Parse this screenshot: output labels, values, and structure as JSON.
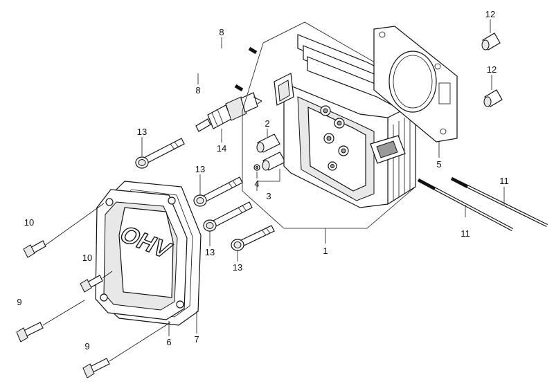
{
  "callouts": [
    {
      "id": "1",
      "label": "1"
    },
    {
      "id": "2",
      "label": "2"
    },
    {
      "id": "3",
      "label": "3"
    },
    {
      "id": "4",
      "label": "4"
    },
    {
      "id": "5",
      "label": "5"
    },
    {
      "id": "6",
      "label": "6"
    },
    {
      "id": "7",
      "label": "7"
    },
    {
      "id": "8a",
      "label": "8"
    },
    {
      "id": "8b",
      "label": "8"
    },
    {
      "id": "9a",
      "label": "9"
    },
    {
      "id": "9b",
      "label": "9"
    },
    {
      "id": "10a",
      "label": "10"
    },
    {
      "id": "10b",
      "label": "10"
    },
    {
      "id": "11a",
      "label": "11"
    },
    {
      "id": "11b",
      "label": "11"
    },
    {
      "id": "12a",
      "label": "12"
    },
    {
      "id": "12b",
      "label": "12"
    },
    {
      "id": "13a",
      "label": "13"
    },
    {
      "id": "13b",
      "label": "13"
    },
    {
      "id": "13c",
      "label": "13"
    },
    {
      "id": "13d",
      "label": "13"
    },
    {
      "id": "14",
      "label": "14"
    }
  ],
  "cover_text": "OHV"
}
